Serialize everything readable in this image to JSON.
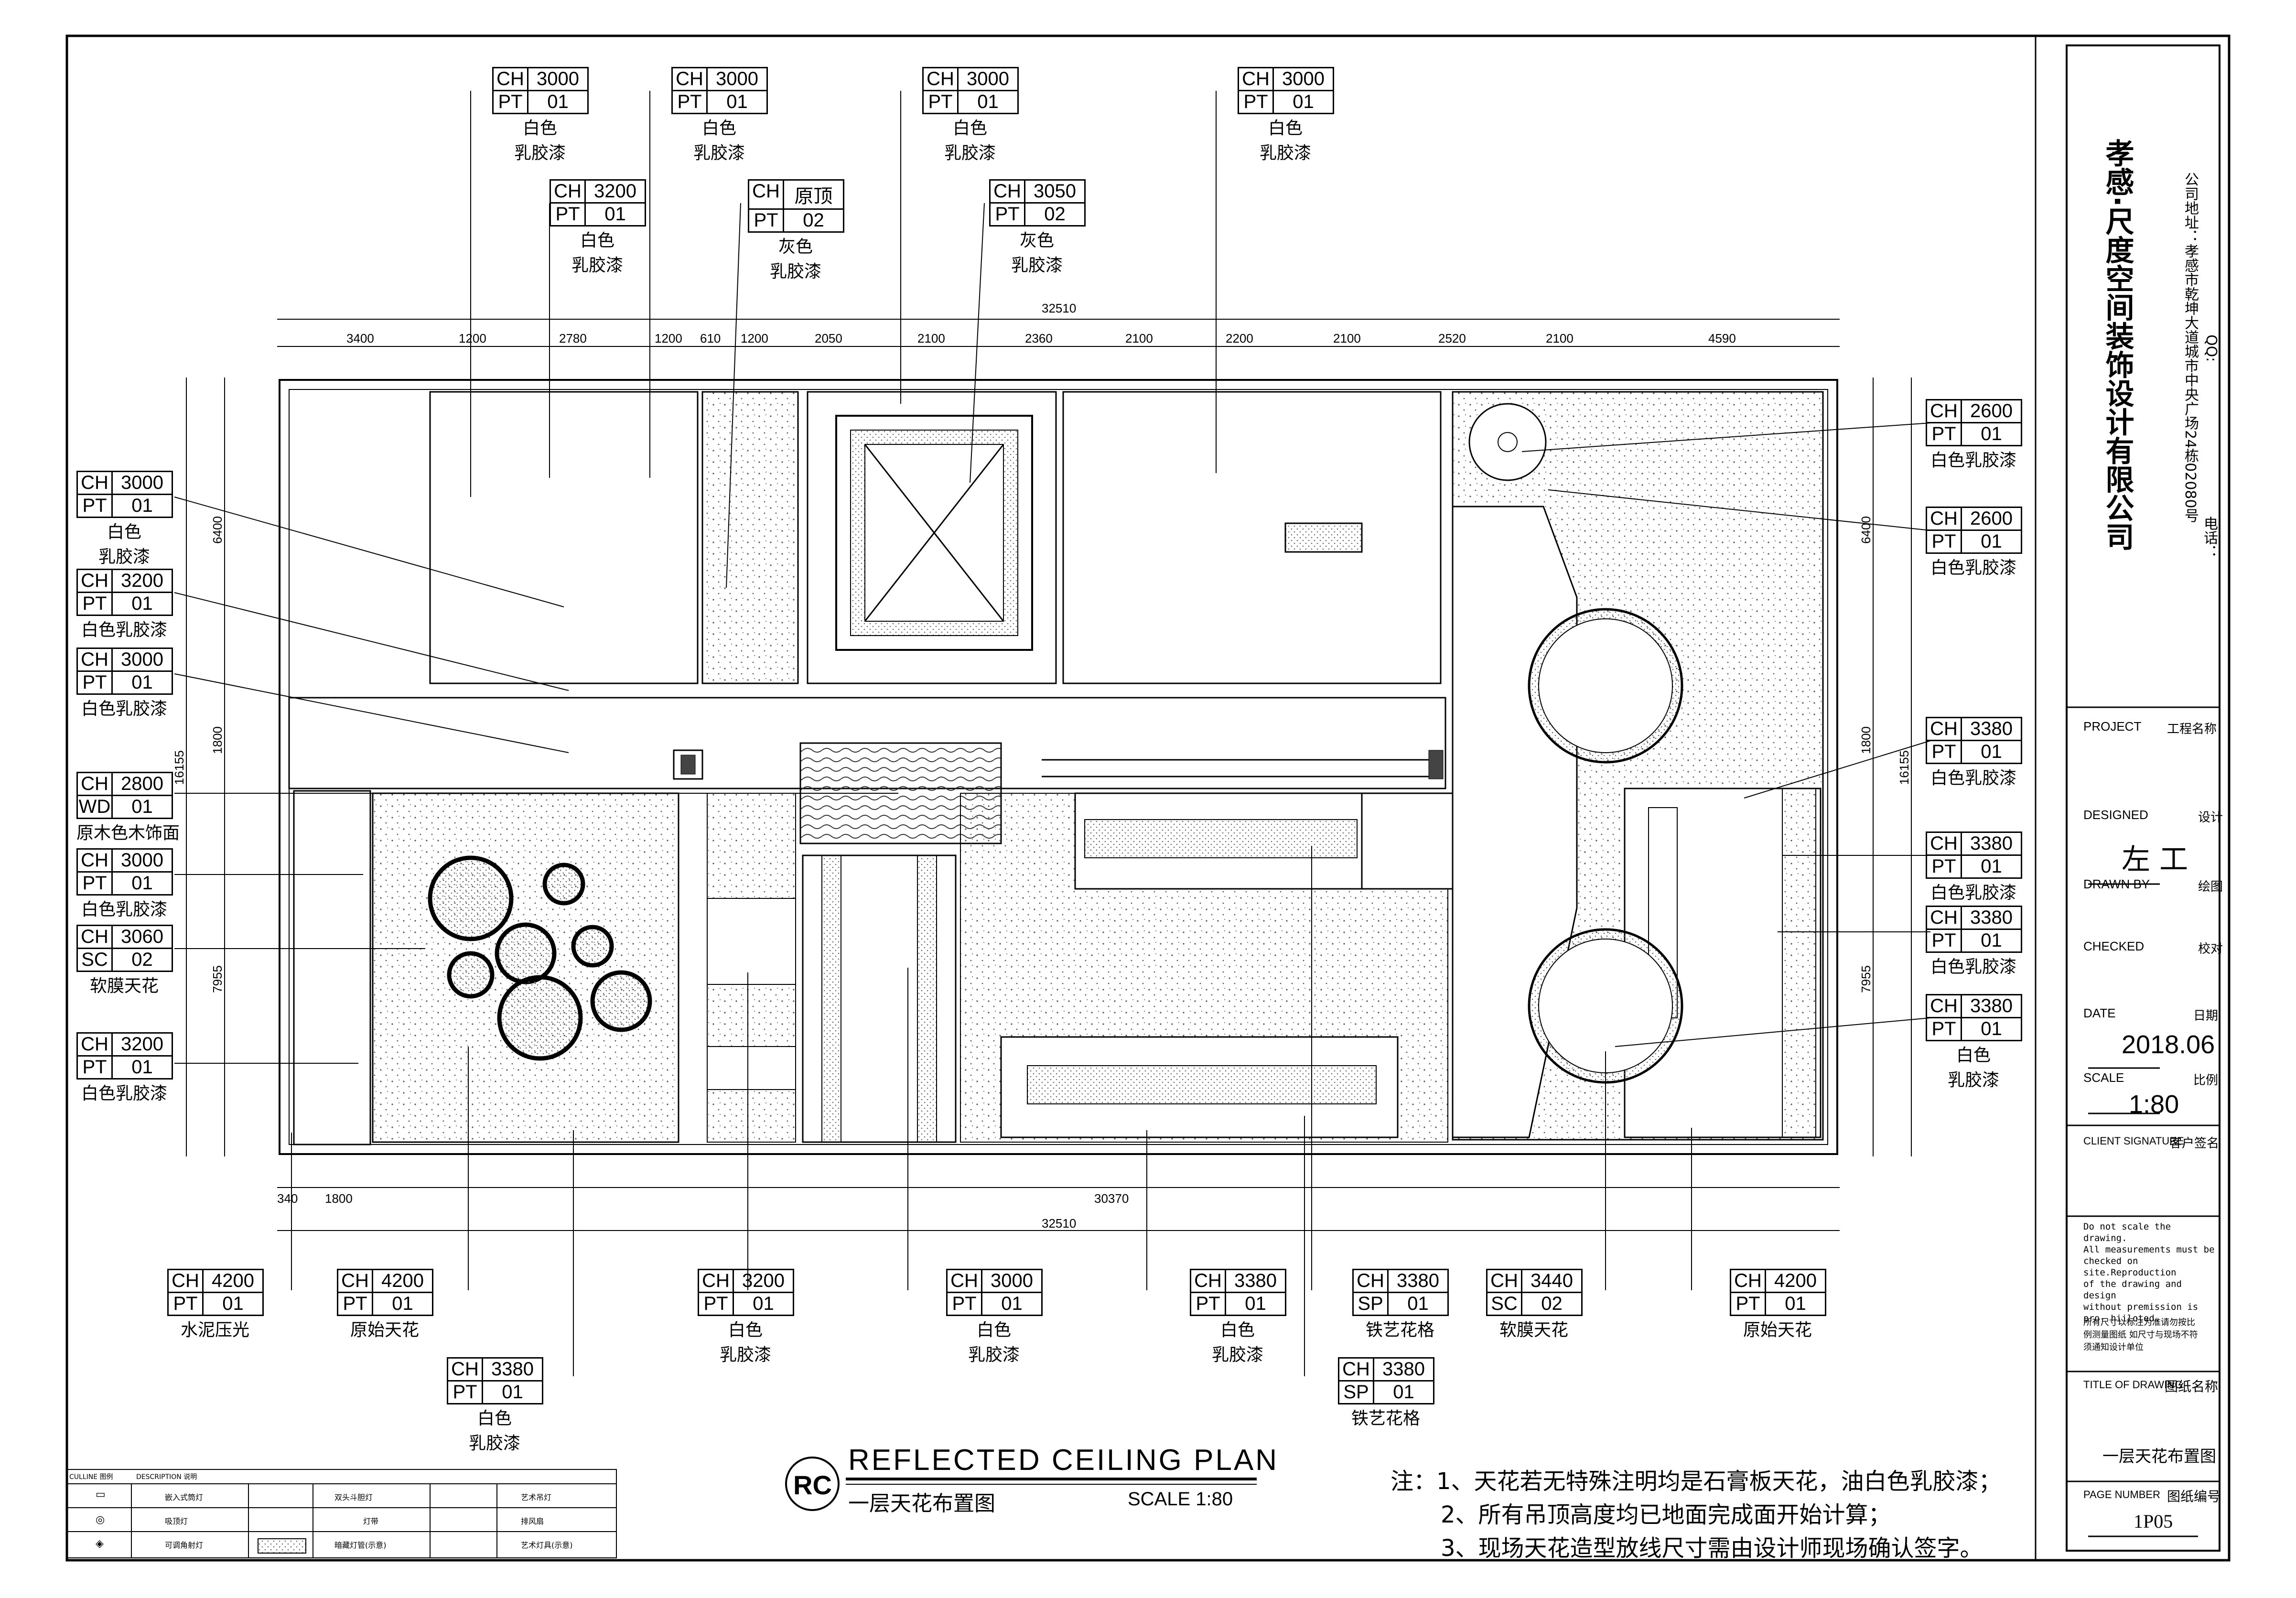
{
  "company": {
    "name": "孝感·尺度空间装饰设计有限公司",
    "address": "公司地址：孝感市乾坤大道城市中央广场24栋02080号",
    "phone": "电话：",
    "qq": "QQ:"
  },
  "title_block": {
    "project_label": "PROJECT",
    "project_cn": "工程名称",
    "designed_label": "DESIGNED",
    "designed_cn": "设计",
    "designer": "左 工",
    "drawn_label": "DRAWN BY",
    "drawn_cn": "绘图",
    "checked_label": "CHECKED",
    "checked_cn": "校对",
    "date_label": "DATE",
    "date_cn": "日期",
    "date": "2018.06",
    "scale_label": "SCALE",
    "scale_cn": "比例",
    "scale": "1:80",
    "client_label": "CLIENT SIGNATURE",
    "client_cn": "客户签名",
    "note_en": [
      "Do not scale the drawing.",
      "All measurements must be",
      "checked on site.Reproduction",
      "of the drawing and design",
      "without premission is",
      "pro- hiiloted."
    ],
    "note_cn": [
      "所有尺寸以标注为准请勿按比",
      "例测量图纸 如尺寸与现场不符",
      "须通知设计单位"
    ],
    "title_label": "TITLE OF DRAWING",
    "title_cn": "图纸名称",
    "drawing_title": "一层天花布置图",
    "page_label": "PAGE NUMBER",
    "page_cn": "图纸编号",
    "page_number": "1P05"
  },
  "drawing": {
    "symbol": "RC",
    "title_en": "REFLECTED CEILING PLAN",
    "title_cn": "一层天花布置图",
    "scale": "SCALE 1:80"
  },
  "notes": [
    "注：1、天花若无特殊注明均是石膏板天花，油白色乳胶漆；",
    "2、所有吊顶高度均已地面完成面开始计算；",
    "3、现场天花造型放线尺寸需由设计师现场确认签字。"
  ],
  "legend": {
    "header": [
      "CULLINE 图例",
      "DESCRIPTION 说明"
    ],
    "items": [
      "嵌入式筒灯",
      "双头斗胆灯",
      "艺术吊灯",
      "吸顶灯",
      "灯带",
      "排风扇",
      "可调角射灯",
      "暗藏灯管(示意)",
      "艺术灯具(示意)"
    ]
  },
  "dims": {
    "top_total": "32510",
    "top": [
      "3400",
      "1200",
      "2780",
      "1200",
      "610",
      "1200",
      "2050",
      "2100",
      "2360",
      "2100",
      "2200",
      "2100",
      "2520",
      "2100",
      "4590"
    ],
    "bottom_total": "32510",
    "bottom": [
      "340",
      "1800",
      "30370"
    ],
    "left_total": "16155",
    "left": [
      "6400",
      "1800",
      "7955"
    ],
    "right_total": "16155",
    "right": [
      "6400",
      "1800",
      "7955"
    ]
  },
  "tags": [
    {
      "c1": "CH",
      "v1": "3000",
      "c2": "PT",
      "v2": "01",
      "l1": "白色",
      "l2": "乳胶漆"
    },
    {
      "c1": "CH",
      "v1": "3000",
      "c2": "PT",
      "v2": "01",
      "l1": "白色",
      "l2": "乳胶漆"
    },
    {
      "c1": "CH",
      "v1": "3000",
      "c2": "PT",
      "v2": "01",
      "l1": "白色",
      "l2": "乳胶漆"
    },
    {
      "c1": "CH",
      "v1": "3000",
      "c2": "PT",
      "v2": "01",
      "l1": "白色",
      "l2": "乳胶漆"
    },
    {
      "c1": "CH",
      "v1": "3200",
      "c2": "PT",
      "v2": "01",
      "l1": "白色",
      "l2": "乳胶漆"
    },
    {
      "c1": "CH",
      "v1": "原顶",
      "c2": "PT",
      "v2": "02",
      "l1": "灰色",
      "l2": "乳胶漆"
    },
    {
      "c1": "CH",
      "v1": "3050",
      "c2": "PT",
      "v2": "02",
      "l1": "灰色",
      "l2": "乳胶漆"
    },
    {
      "c1": "CH",
      "v1": "3000",
      "c2": "PT",
      "v2": "01",
      "l1": "白色",
      "l2": "乳胶漆"
    },
    {
      "c1": "CH",
      "v1": "3200",
      "c2": "PT",
      "v2": "01",
      "l1": "白色乳胶漆",
      "l2": ""
    },
    {
      "c1": "CH",
      "v1": "3000",
      "c2": "PT",
      "v2": "01",
      "l1": "白色乳胶漆",
      "l2": ""
    },
    {
      "c1": "CH",
      "v1": "2800",
      "c2": "WD",
      "v2": "01",
      "l1": "原木色木饰面",
      "l2": ""
    },
    {
      "c1": "CH",
      "v1": "3000",
      "c2": "PT",
      "v2": "01",
      "l1": "白色乳胶漆",
      "l2": ""
    },
    {
      "c1": "CH",
      "v1": "3060",
      "c2": "SC",
      "v2": "02",
      "l1": "软膜天花",
      "l2": ""
    },
    {
      "c1": "CH",
      "v1": "3200",
      "c2": "PT",
      "v2": "01",
      "l1": "白色乳胶漆",
      "l2": ""
    },
    {
      "c1": "CH",
      "v1": "2600",
      "c2": "PT",
      "v2": "01",
      "l1": "白色乳胶漆",
      "l2": ""
    },
    {
      "c1": "CH",
      "v1": "2600",
      "c2": "PT",
      "v2": "01",
      "l1": "白色乳胶漆",
      "l2": ""
    },
    {
      "c1": "CH",
      "v1": "3380",
      "c2": "PT",
      "v2": "01",
      "l1": "白色乳胶漆",
      "l2": ""
    },
    {
      "c1": "CH",
      "v1": "3380",
      "c2": "PT",
      "v2": "01",
      "l1": "白色乳胶漆",
      "l2": ""
    },
    {
      "c1": "CH",
      "v1": "3380",
      "c2": "PT",
      "v2": "01",
      "l1": "白色乳胶漆",
      "l2": ""
    },
    {
      "c1": "CH",
      "v1": "3380",
      "c2": "PT",
      "v2": "01",
      "l1": "白色",
      "l2": "乳胶漆"
    },
    {
      "c1": "CH",
      "v1": "4200",
      "c2": "PT",
      "v2": "01",
      "l1": "水泥压光",
      "l2": ""
    },
    {
      "c1": "CH",
      "v1": "4200",
      "c2": "PT",
      "v2": "01",
      "l1": "原始天花",
      "l2": ""
    },
    {
      "c1": "CH",
      "v1": "3380",
      "c2": "PT",
      "v2": "01",
      "l1": "白色",
      "l2": "乳胶漆"
    },
    {
      "c1": "CH",
      "v1": "3200",
      "c2": "PT",
      "v2": "01",
      "l1": "白色",
      "l2": "乳胶漆"
    },
    {
      "c1": "CH",
      "v1": "3000",
      "c2": "PT",
      "v2": "01",
      "l1": "白色",
      "l2": "乳胶漆"
    },
    {
      "c1": "CH",
      "v1": "3380",
      "c2": "PT",
      "v2": "01",
      "l1": "白色",
      "l2": "乳胶漆"
    },
    {
      "c1": "CH",
      "v1": "3380",
      "c2": "SP",
      "v2": "01",
      "l1": "铁艺花格",
      "l2": ""
    },
    {
      "c1": "CH",
      "v1": "3380",
      "c2": "SP",
      "v2": "01",
      "l1": "铁艺花格",
      "l2": ""
    },
    {
      "c1": "CH",
      "v1": "3440",
      "c2": "SC",
      "v2": "02",
      "l1": "软膜天花",
      "l2": ""
    },
    {
      "c1": "CH",
      "v1": "4200",
      "c2": "PT",
      "v2": "01",
      "l1": "原始天花",
      "l2": ""
    }
  ]
}
